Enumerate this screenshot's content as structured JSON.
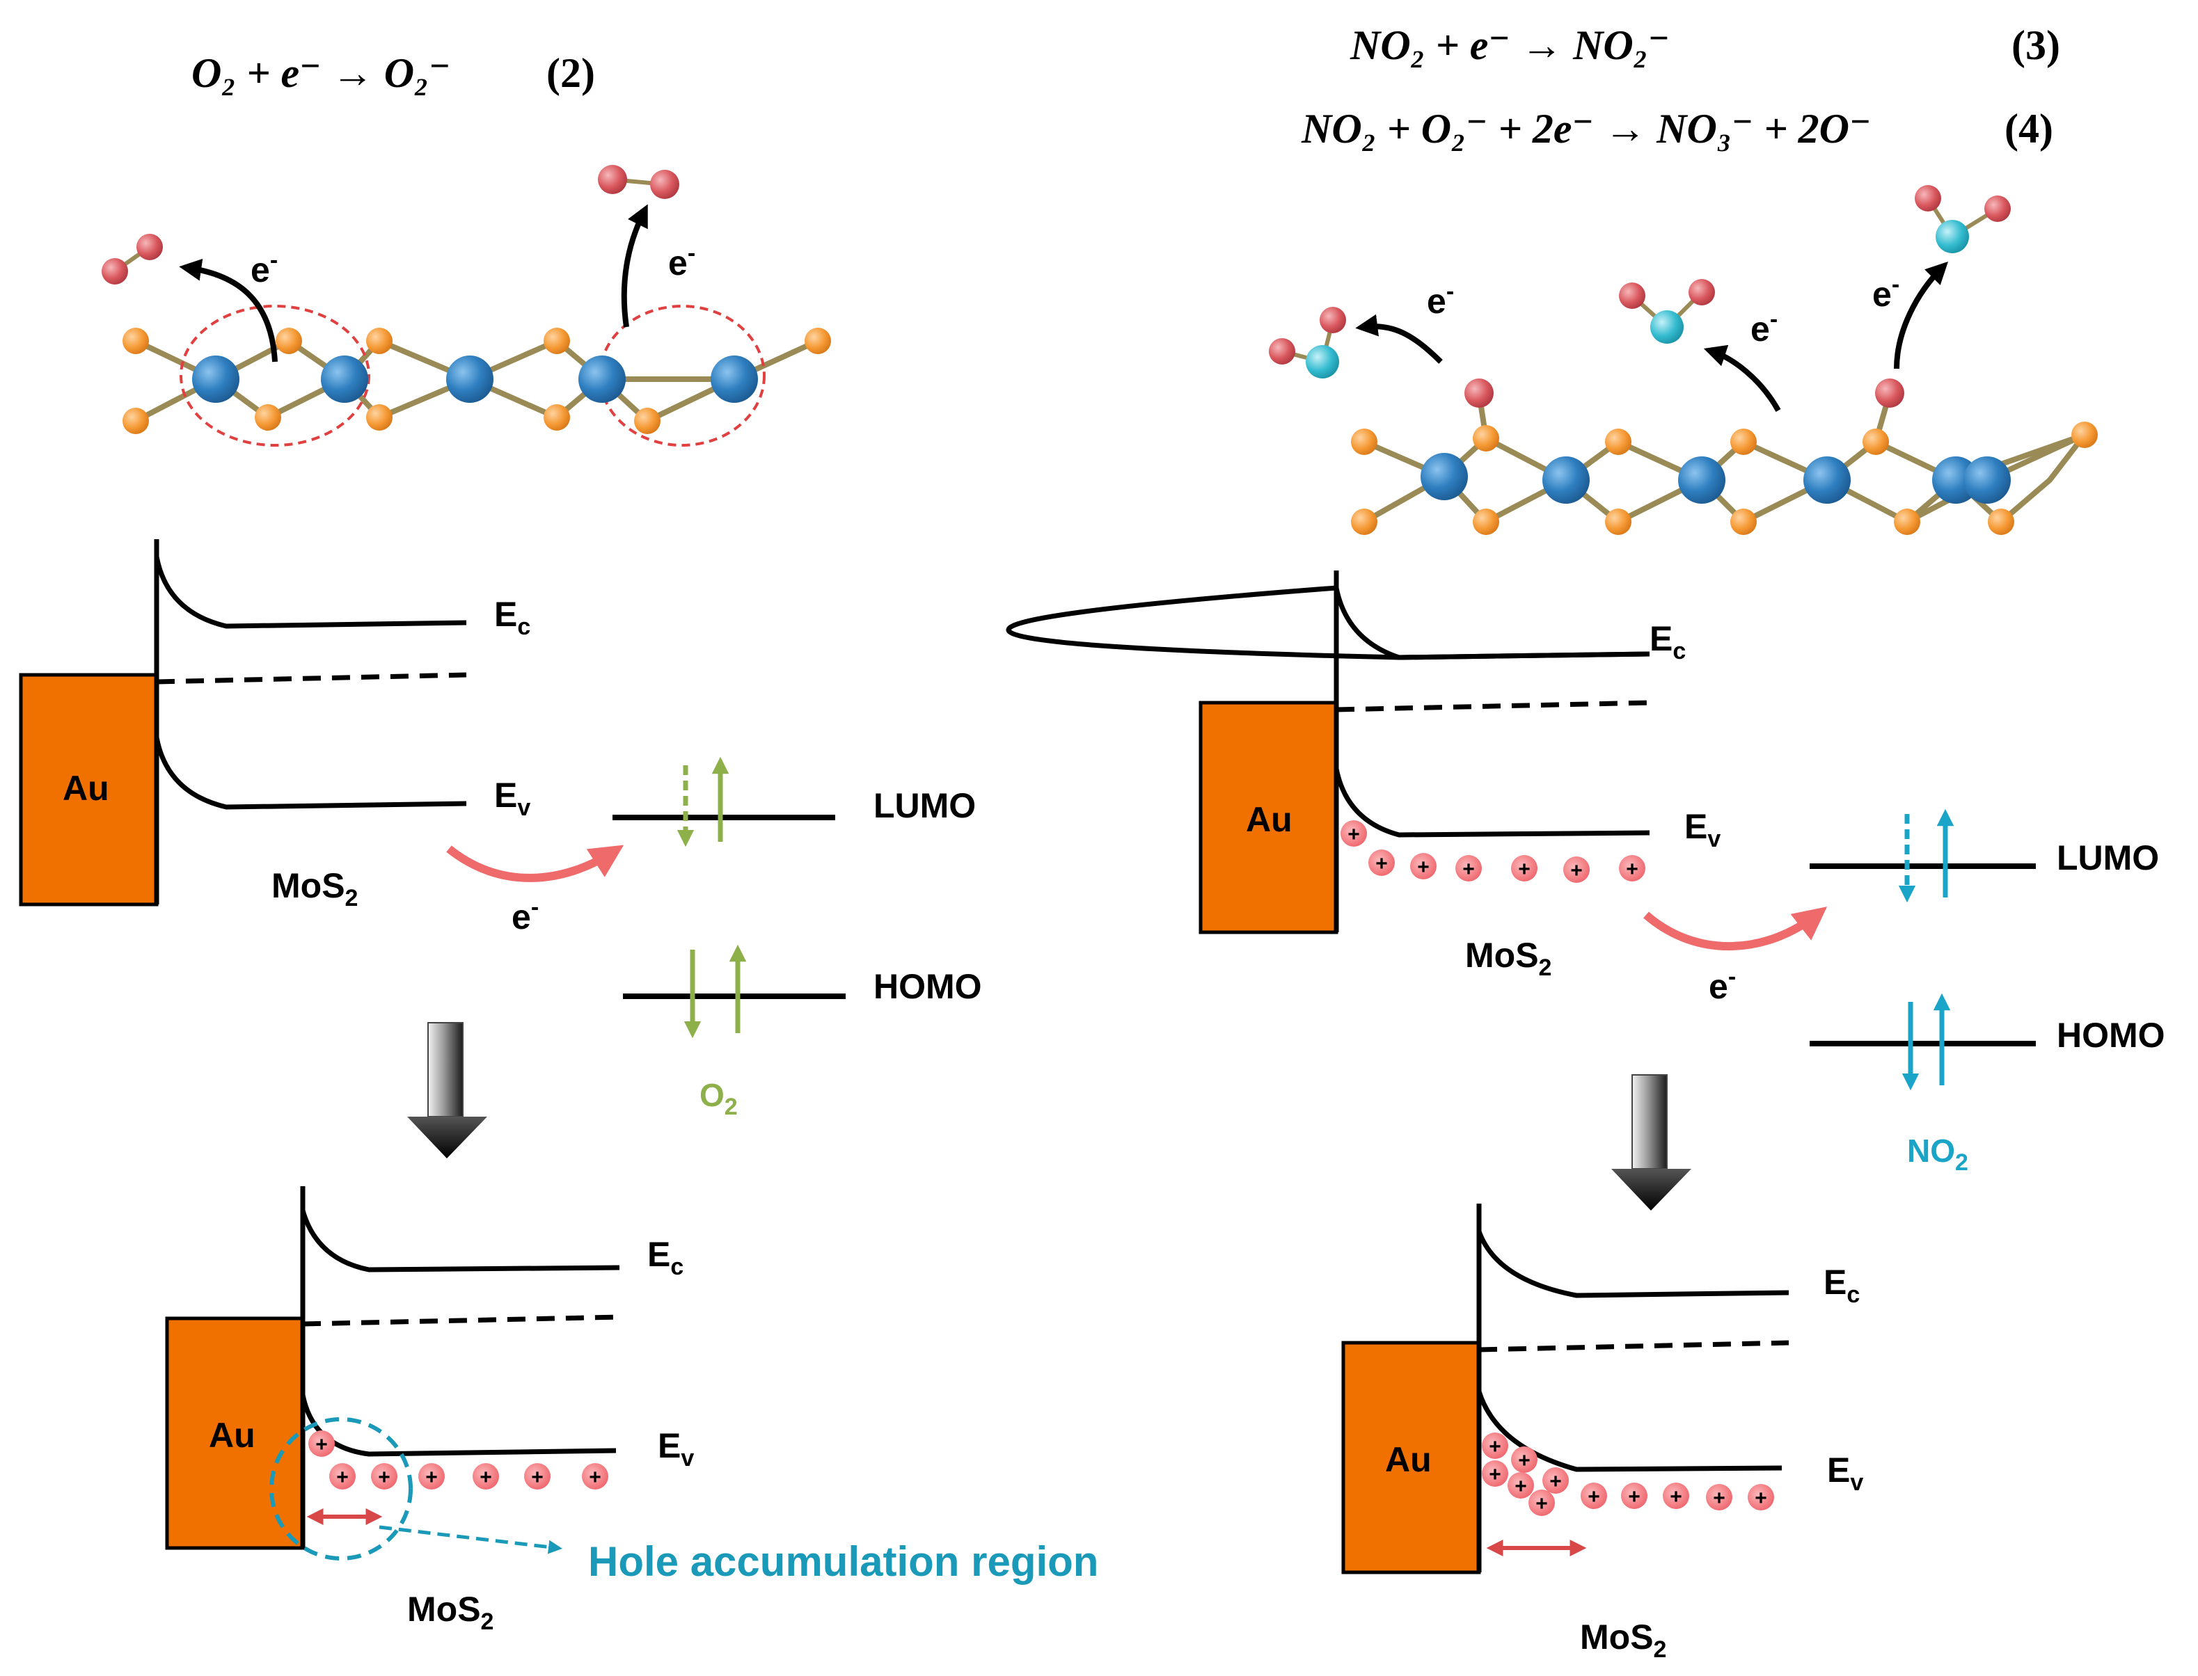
{
  "equations": {
    "eq2": "O₂ + e⁻ → O₂⁻",
    "eq2_num": "(2)",
    "eq3": "NO₂ + e⁻ → NO₂⁻",
    "eq3_num": "(3)",
    "eq4": "NO₂ + O₂⁻ + 2e⁻ → NO₃⁻ + 2O⁻",
    "eq4_num": "(4)"
  },
  "labels": {
    "au": "Au",
    "mos2_main": "MoS",
    "mos2_sub": "2",
    "ec_main": "E",
    "ec_sub": "c",
    "ev_main": "E",
    "ev_sub": "v",
    "electron_main": "e",
    "electron_sup": "-",
    "lumo": "LUMO",
    "homo": "HOMO",
    "o2_main": "O",
    "o2_sub": "2",
    "no2_main": "NO",
    "no2_sub": "2",
    "hole_region": "Hole accumulation region",
    "plus": "+"
  },
  "colors": {
    "gold_electrode": "#f07000",
    "molybdenum": "#2f7fc0",
    "sulfur": "#f59a35",
    "oxygen": "#d9585e",
    "nitrogen": "#35bcd0",
    "bond": "#9a8a55",
    "hole": "#f06a70",
    "transfer_arrow": "#ef6a6a",
    "o2_spin": "#8db04a",
    "no2_spin": "#1aa5c8",
    "hole_region": "#1a9ab8"
  }
}
